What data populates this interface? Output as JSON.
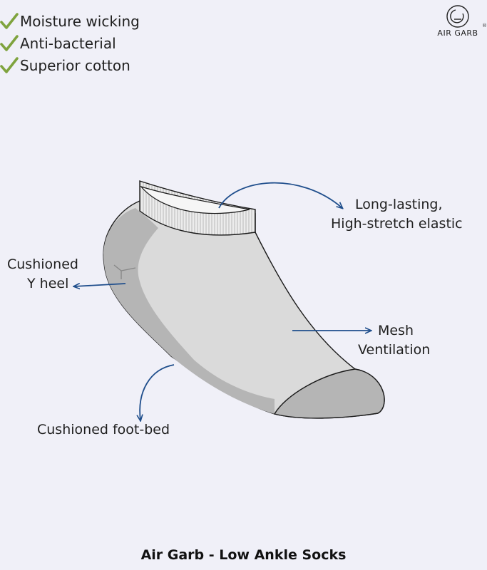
{
  "features": [
    {
      "label": "Moisture wicking",
      "icon": "check-icon"
    },
    {
      "label": "Anti-bacterial",
      "icon": "check-icon"
    },
    {
      "label": "Superior cotton",
      "icon": "check-icon"
    }
  ],
  "brand": {
    "name": "AIR GARB",
    "registered": "®"
  },
  "callouts": {
    "elastic_line1": "Long-lasting,",
    "elastic_line2": "High-stretch elastic",
    "heel_line1": "Cushioned",
    "heel_line2": "Y heel",
    "mesh_line1": "Mesh",
    "mesh_line2": "Ventilation",
    "footbed": "Cushioned foot-bed"
  },
  "footer": "Air Garb - Low Ankle Socks",
  "colors": {
    "background": "#f0f0f8",
    "check": "#7fa33e",
    "arrow": "#1f4e8c",
    "sock_light": "#dadada",
    "sock_dark": "#b5b5b5"
  }
}
